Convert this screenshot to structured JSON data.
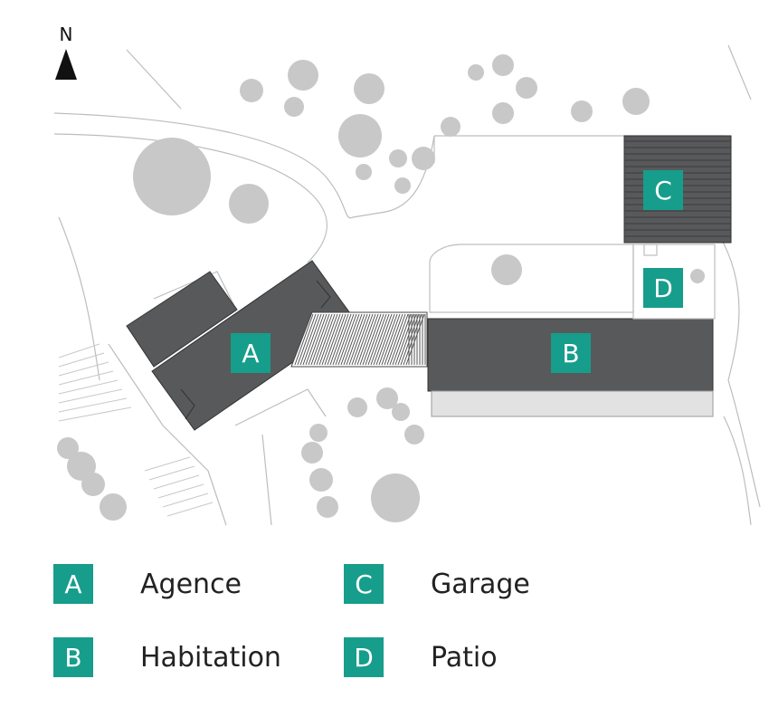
{
  "compass": {
    "label": "N",
    "icon": "north-arrow-icon"
  },
  "colors": {
    "badge": "#179d8b",
    "roof": "#58595b",
    "tree": "#c8c8c8",
    "line": "#bdbdbd",
    "terrace": "#e2e2e2"
  },
  "map_labels": {
    "A": "A",
    "B": "B",
    "C": "C",
    "D": "D"
  },
  "legend": [
    {
      "letter": "A",
      "label": "Agence"
    },
    {
      "letter": "C",
      "label": "Garage"
    },
    {
      "letter": "B",
      "label": "Habitation"
    },
    {
      "letter": "D",
      "label": "Patio"
    }
  ]
}
